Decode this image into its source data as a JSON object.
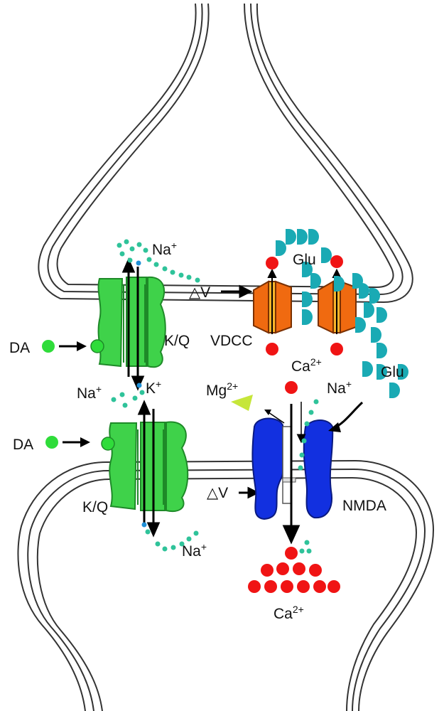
{
  "labels": {
    "na_top": "Na",
    "na_top_charge": "+",
    "glu_top": "Glu",
    "delta_v_top": "△V",
    "da_left_top": "DA",
    "kq_top": "K/Q",
    "vdcc": "VDCC",
    "ca_mid": "Ca",
    "ca_mid_charge": "2+",
    "glu_right": "Glu",
    "na_mid_left": "Na",
    "na_mid_left_charge": "+",
    "k_mid": "K",
    "k_mid_charge": "+",
    "mg": "Mg",
    "mg_charge": "2+",
    "na_mid_right": "Na",
    "na_mid_right_charge": "+",
    "da_left_bottom": "DA",
    "kq_bottom": "K/Q",
    "delta_v_bottom": "△V",
    "nmda": "NMDA",
    "na_bottom": "Na",
    "na_bottom_charge": "+",
    "ca_bottom": "Ca",
    "ca_bottom_charge": "2+"
  },
  "colors": {
    "channel_green": "#3fd24a",
    "channel_green_dark": "#1e8a28",
    "vdcc_orange": "#f06a10",
    "vdcc_core": "#f8b42a",
    "nmda_blue": "#1230e0",
    "na_ion": "#2fc39a",
    "k_ion": "#1f8fd6",
    "glu": "#1aaab4",
    "ca_ion": "#f01414",
    "mg": "#c6e63a",
    "da": "#2fdc3a",
    "membrane": "#333333"
  },
  "icons": [
    "dopamine-molecule",
    "glutamate-molecule",
    "calcium-ion",
    "sodium-ion",
    "potassium-ion",
    "magnesium-ion"
  ]
}
